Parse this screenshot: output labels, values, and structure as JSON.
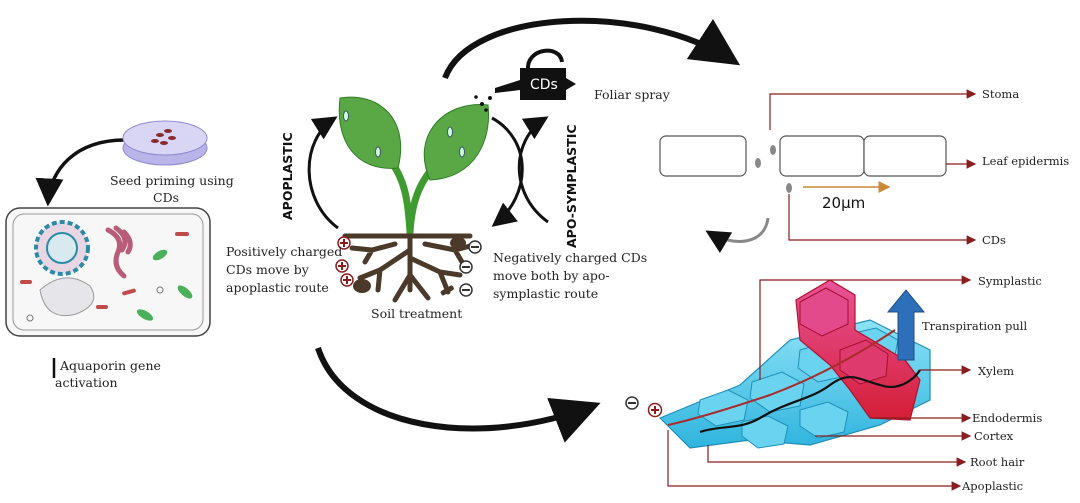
{
  "labels": {
    "seed_priming_line1": "Seed priming using",
    "seed_priming_line2": "CDs",
    "aquaporin_line1": "Aquaporin gene",
    "aquaporin_line2": "activation",
    "apoplastic_vertical": "APOPLASTIC",
    "apo_symplastic_vertical": "APO-SYMPLASTIC",
    "positive_line1": "Positively charged",
    "positive_line2": "CDs move by",
    "positive_line3": "apoplastic route",
    "negative_line1": "Negatively charged CDs",
    "negative_line2": "move both by apo-",
    "negative_line3": "symplastic route",
    "soil_treatment": "Soil treatment",
    "watering_can": "CDs",
    "foliar_spray": "Foliar spray",
    "stoma": "Stoma",
    "leaf_epidermis": "Leaf epidermis",
    "scale_bar": "20μm",
    "cds": "CDs",
    "symplastic": "Symplastic",
    "transpiration_pull": "Transpiration pull",
    "xylem": "Xylem",
    "endodermis": "Endodermis",
    "cortex": "Cortex",
    "root_hair": "Root hair",
    "apoplastic_bottom": "Apoplastic"
  },
  "colors": {
    "callout_line": "#8a1d1d",
    "leaf_green": "#5aa845",
    "stem_green": "#3f9b2f",
    "cortex_cyan": "#4fc6e8",
    "xylem_red": "#d9254a",
    "transpiration_arrow": "#2d6fb8",
    "soil_brown": "#4b3a2a"
  },
  "icons": [
    "petri-dish-icon",
    "cell-icon",
    "plant-icon",
    "watering-can-icon",
    "leaf-epidermis-icon",
    "root-cross-section-icon",
    "positive-charge-icon",
    "negative-charge-icon"
  ]
}
